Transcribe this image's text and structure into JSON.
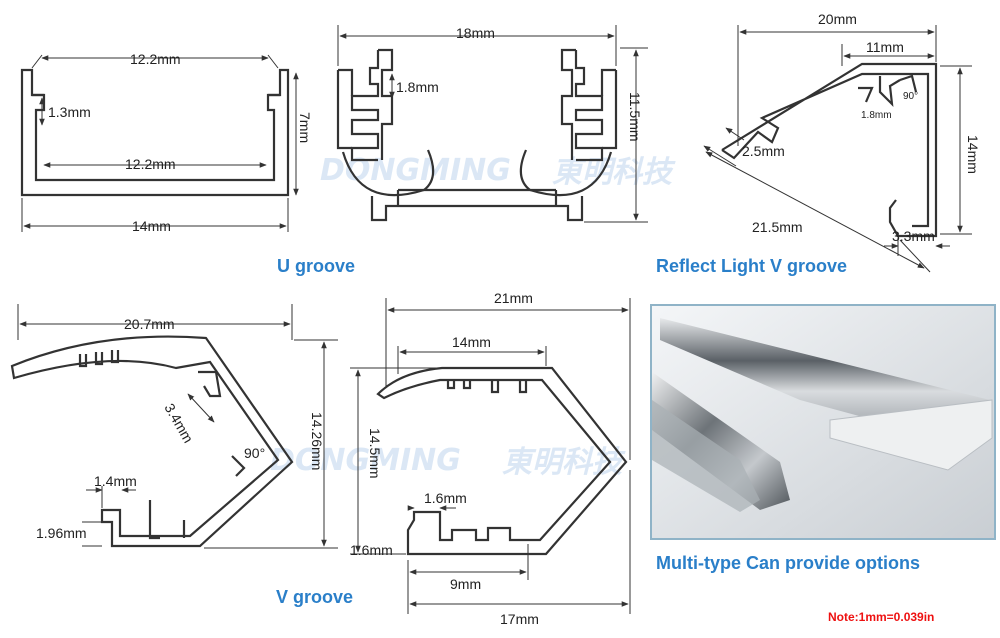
{
  "u_groove": {
    "caption": "U groove",
    "dim_top": "12.2mm",
    "dim_lip": "1.3mm",
    "dim_inner": "12.2mm",
    "dim_height": "7mm",
    "dim_bottom": "14mm"
  },
  "u_clip": {
    "dim_width": "18mm",
    "dim_fin": "1.8mm",
    "dim_height": "11.5mm"
  },
  "reflect_v_groove": {
    "caption": "Reflect Light V groove",
    "dim_top": "20mm",
    "dim_inner": "11mm",
    "dim_angle": "90°",
    "dim_fin": "1.8mm",
    "dim_height": "14mm",
    "dim_slot": "2.5mm",
    "dim_diag": "21.5mm",
    "dim_foot": "3.3mm"
  },
  "v_groove": {
    "caption": "V groove",
    "dim_width": "20.7mm",
    "dim_slot": "3.4mm",
    "dim_angle": "90°",
    "dim_height": "14.26mm",
    "dim_fin": "1.4mm",
    "dim_base": "1.96mm"
  },
  "v_groove_2": {
    "dim_width": "21mm",
    "dim_top_inner": "14mm",
    "dim_height": "14.5mm",
    "dim_fin": "1.6mm",
    "dim_base": "1.6mm",
    "dim_inner": "9mm",
    "dim_bottom": "17mm"
  },
  "photo": {
    "caption": "Multi-type Can provide options"
  },
  "watermark": {
    "text_en": "DONGMING",
    "text_cn": "東明科技"
  },
  "note": "Note:1mm=0.039in",
  "colors": {
    "caption": "#2a7fc9",
    "note": "#e11111",
    "photo_border": "#8fb3c7"
  }
}
